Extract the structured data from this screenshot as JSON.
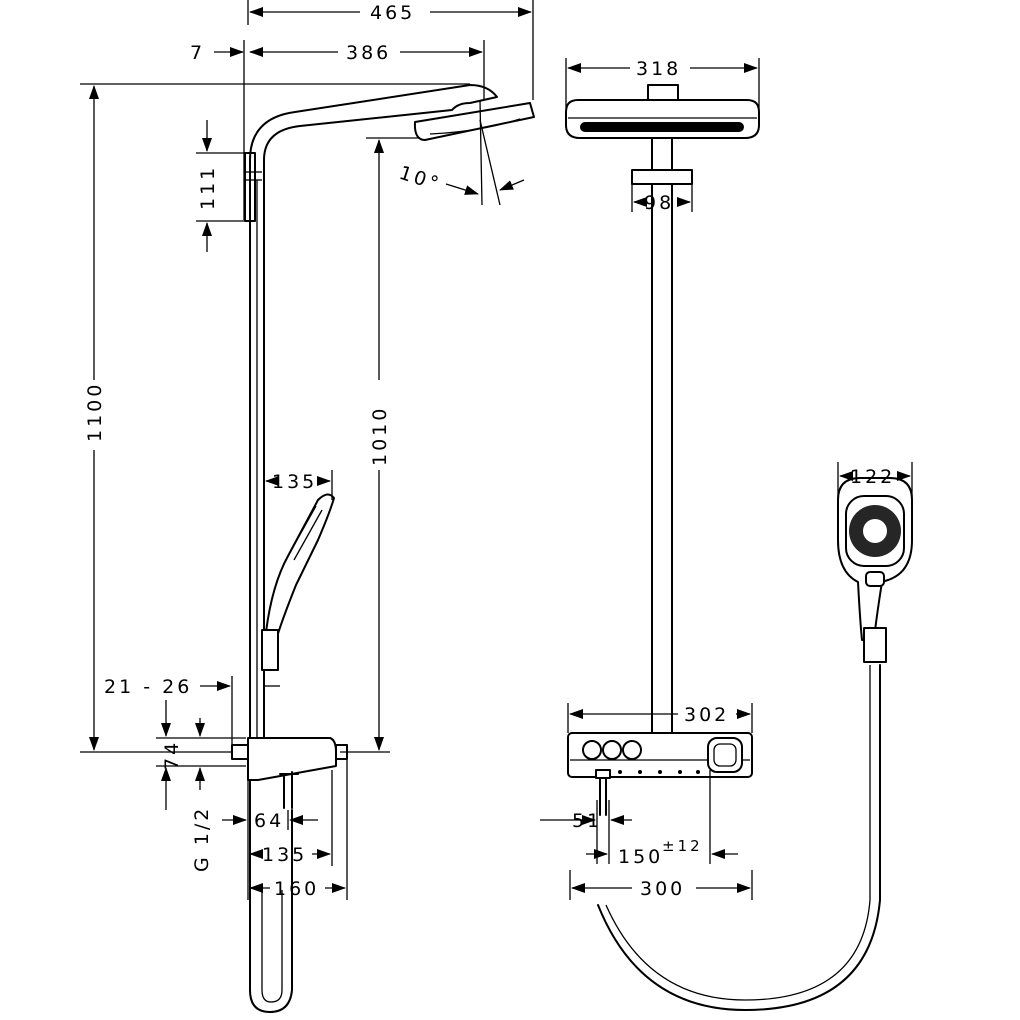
{
  "dimensions": {
    "overall_width": "465",
    "wall_offset": "7",
    "arm_projection": "386",
    "head_angle": "10°",
    "bracket_height": "111",
    "total_height": "1100",
    "head_height": "1010",
    "handshower_clearance": "135",
    "wall_gap": "21 - 26",
    "thermo_offset": "74",
    "inlet_pos": "64",
    "thermo_depth_1": "135",
    "thermo_depth_2": "160",
    "thread": "G 1/2",
    "head_width": "318",
    "pipe_width": "98",
    "thermo_width": "302",
    "inlet_offset": "51",
    "inlet_spacing": "150",
    "inlet_spacing_tol": "±12",
    "thermo_width_2": "300",
    "handshower_width": "122"
  },
  "colors": {
    "line": "#000000",
    "background": "#ffffff"
  }
}
